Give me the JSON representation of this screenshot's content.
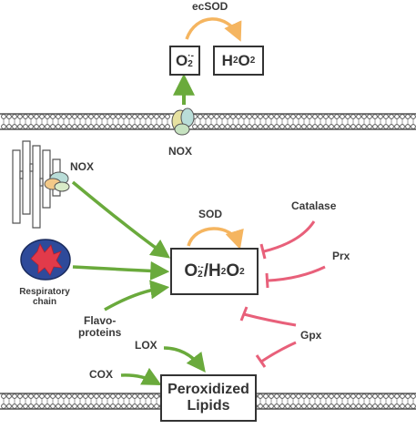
{
  "labels": {
    "ecsod": "ecSOD",
    "nox_membrane": "NOX",
    "nox_left": "NOX",
    "sod": "SOD",
    "catalase": "Catalase",
    "prx": "Prx",
    "gpx": "Gpx",
    "respiratory_line1": "Respiratory",
    "respiratory_line2": "chain",
    "flavo_line1": "Flavo-",
    "flavo_line2": "proteins",
    "lox": "LOX",
    "cox": "COX"
  },
  "boxes": {
    "superoxide": {
      "base": "O",
      "sub": "2",
      "sup": "·-"
    },
    "hydrogen_peroxide": {
      "base1": "H",
      "sub1": "2",
      "base2": "O",
      "sub2": "2"
    },
    "center": {
      "o": "O",
      "o_sub": "2",
      "o_sup": "·-",
      "slash": "/",
      "h": "H",
      "h_sub": "2",
      "h_o": "O",
      "h_o_sub": "2"
    },
    "lipids_line1": "Peroxidized",
    "lipids_line2": "Lipids"
  },
  "colors": {
    "activation": "#6aaa3c",
    "inhibition": "#e8607a",
    "dismutase": "#f5b560",
    "membrane": "#555555",
    "mito_outer": "#2e4a9a",
    "mito_inner": "#e23a4a"
  }
}
